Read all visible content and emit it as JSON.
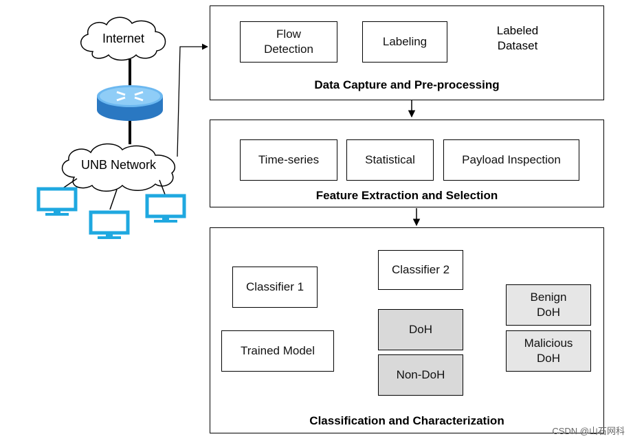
{
  "network": {
    "internet": "Internet",
    "unb_network": "UNB Network"
  },
  "panel1": {
    "title": "Data Capture and Pre-processing",
    "flow_detection": "Flow\nDetection",
    "labeling": "Labeling",
    "labeled_dataset": "Labeled\nDataset"
  },
  "panel2": {
    "title": "Feature Extraction and Selection",
    "time_series": "Time-series",
    "statistical": "Statistical",
    "payload_inspection": "Payload Inspection"
  },
  "panel3": {
    "title": "Classification and Characterization",
    "classifier1": "Classifier 1",
    "classifier2": "Classifier 2",
    "trained_model": "Trained Model",
    "doh": "DoH",
    "non_doh": "Non-DoH",
    "benign_doh": "Benign\nDoH",
    "malicious_doh": "Malicious\nDoH"
  },
  "watermark": "CSDN @山石网科",
  "colors": {
    "router": "#3b8fd6",
    "monitor": "#1fa8e0",
    "doh_fill": "#d9d9d9",
    "result_fill": "#e6e6e6"
  },
  "icons": [
    "cloud-icon",
    "router-icon",
    "monitor-icon"
  ]
}
